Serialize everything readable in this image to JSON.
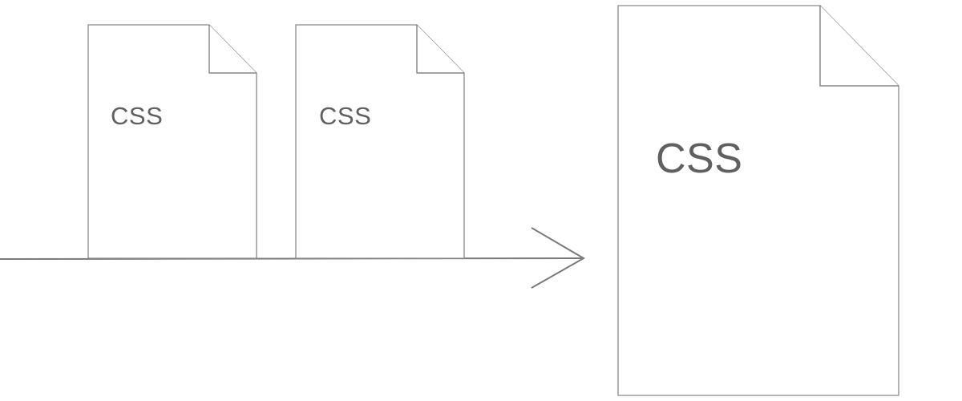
{
  "diagram": {
    "description": "Multiple CSS files merged along an arrow into a single larger CSS file",
    "colors": {
      "stroke": "#8a8a8a",
      "text": "#606060",
      "background": "#ffffff"
    },
    "source_files": [
      {
        "label": "CSS",
        "icon": "document-icon"
      },
      {
        "label": "CSS",
        "icon": "document-icon"
      }
    ],
    "arrow": {
      "icon": "arrow-right-icon",
      "direction": "right"
    },
    "result_file": {
      "label": "CSS",
      "icon": "document-icon"
    }
  }
}
